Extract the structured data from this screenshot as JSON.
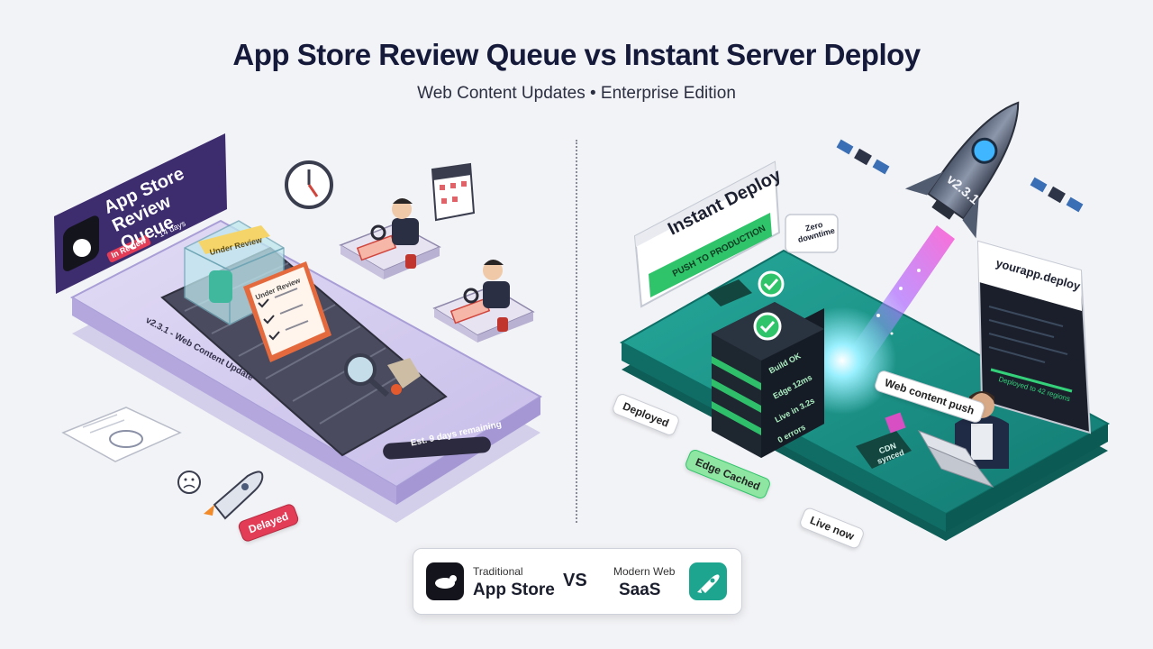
{
  "header": {
    "title": "App Store Review Queue vs Instant Server Deploy",
    "subtitle": "Web Content Updates • Enterprise Edition"
  },
  "left_panel": {
    "banner_title": "App Store Review Queue",
    "banner_badge": "In Review",
    "banner_wait": "• 14 days",
    "version_label": "v2.3.1 - Web Content Update",
    "progress_label": "Est. 9 days remaining",
    "box_label": "Under Review",
    "checklist_title": "Under Review",
    "delayed_label": "Delayed"
  },
  "right_panel": {
    "deploy_card_title": "Instant Deploy",
    "deploy_button": "PUSH TO PRODUCTION",
    "zero_downtime": "Zero downtime",
    "rocket_version": "v2.3.1",
    "terminal_title": "yourapp.deploy",
    "terminal_line": "Deployed to 42 regions",
    "server_rows": [
      "Build OK",
      "Edge 12ms",
      "Live in 3.2s",
      "0 errors"
    ],
    "deployed_tag": "Deployed",
    "content_push_tag": "Web content push",
    "cdn_tag": "CDN synced",
    "edge_cached_tag": "Edge Cached",
    "live_now_tag": "Live now"
  },
  "legend": {
    "left_small": "Traditional",
    "left_big": "App Store",
    "vs": "VS",
    "right_small": "Modern Web",
    "right_big": "SaaS"
  },
  "colors": {
    "left_platform": "#cfc6ec",
    "right_platform": "#1d9b8d",
    "banner": "#3d2c6e",
    "accent_green": "#2fc36a",
    "delayed_red": "#e23c57",
    "title": "#161a3a"
  }
}
